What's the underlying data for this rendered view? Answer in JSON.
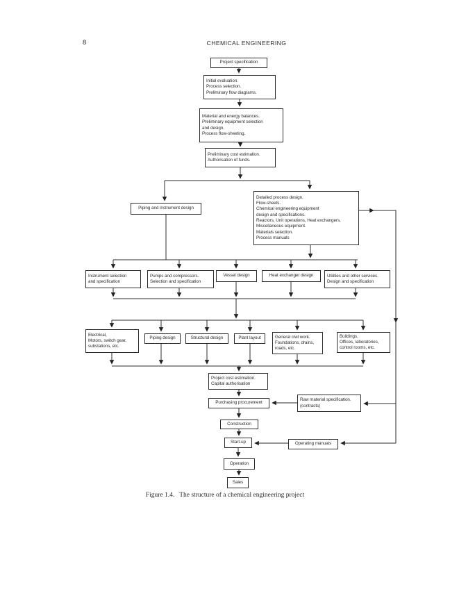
{
  "page": {
    "number": "8",
    "header": "CHEMICAL ENGINEERING",
    "caption": "Figure 1.4.   The structure of a chemical engineering project"
  },
  "flowchart": {
    "nodes": {
      "project_specification": "Project specification",
      "initial_evaluation": "Initial evaluation.\nProcess selection.\nPreliminary flow diagrams.",
      "material_energy": "Material and energy balances.\nPreliminary equipment selection\nand design.\nProcess flow-sheeting.",
      "prelim_cost": "Preliminary cost estimation.\nAuthorisation of funds.",
      "piping_instrument": "Piping and instrument design",
      "detailed_design": "Detailed process design.\nFlow-sheets.\nChemical engineering equipment\ndesign and specifications.\nReactors, Unit operations, Heat exchangers,\nMiscellaneous equipment.\nMaterials selection.\nProcess manuals",
      "instrument_selection": "Instrument selection\nand specification",
      "pumps_compressors": "Pumps and compressors.\nSelection and specification",
      "vessel_design": "Vessel design",
      "heat_exchanger_design": "Heat exchanger design",
      "utilities_services": "Utilities and other services.\nDesign and specification",
      "electrical": "Electrical,\nMotors, switch gear,\nsubstations, etc.",
      "piping_design": "Piping design",
      "structural_design": "Structural design",
      "plant_layout": "Plant layout",
      "general_civil": "General civil work.\nFoundations, drains,\nroads, etc.",
      "buildings": "Buildings.\nOffices, laboratories,\ncontrol rooms, etc.",
      "project_cost": "Project cost estimation.\nCapital authorisation",
      "purchasing": "Purchasing procurement",
      "raw_material": "Raw material specification.\n(contracts)",
      "construction": "Construction",
      "startup": "Start-up",
      "operating_manuals": "Operating manuals",
      "operation": "Operation",
      "sales": "Sales"
    }
  }
}
